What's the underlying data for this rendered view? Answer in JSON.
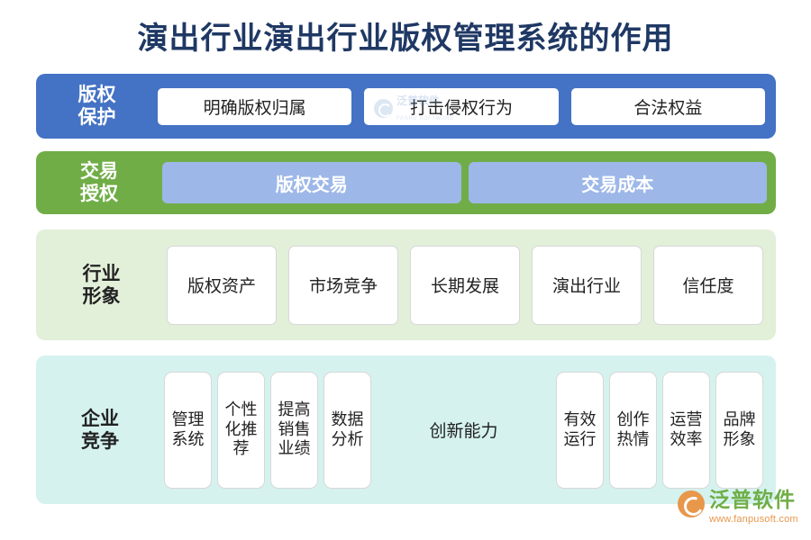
{
  "page": {
    "title": "演出行业演出行业版权管理系统的作用"
  },
  "rows": [
    {
      "key": "copyright_protection",
      "label": "版权\n保护",
      "band_color": "#4472C4",
      "card_color": "#FFFFFF",
      "items": [
        "明确版权归属",
        "打击侵权行为",
        "合法权益"
      ]
    },
    {
      "key": "trading_authorization",
      "label": "交易\n授权",
      "band_color": "#70AD47",
      "card_color": "#9DB7E8",
      "items": [
        "版权交易",
        "交易成本"
      ]
    },
    {
      "key": "industry_image",
      "label": "行业\n形象",
      "band_color": "#E2EFD9",
      "card_color": "#FFFFFF",
      "items": [
        "版权资产",
        "市场竞争",
        "长期发展",
        "演出行业",
        "信任度"
      ]
    },
    {
      "key": "enterprise_competition",
      "label": "企业\n竞争",
      "band_color": "#D5F2EF",
      "card_color": "#FFFFFF",
      "left_items": [
        "管理\n系统",
        "个性\n化推\n荐",
        "提高\n销售\n业绩",
        "数据\n分析"
      ],
      "middle_text": "创新能力",
      "right_items": [
        "有效\n运行",
        "创作\n热情",
        "运营\n效率",
        "品牌\n形象"
      ]
    }
  ],
  "watermark": {
    "name_cn": "泛普软件",
    "name_en": "FANPU SOFTWARE"
  },
  "brand": {
    "name_cn": "泛普软件",
    "url": "www.fanpusoft.com"
  }
}
